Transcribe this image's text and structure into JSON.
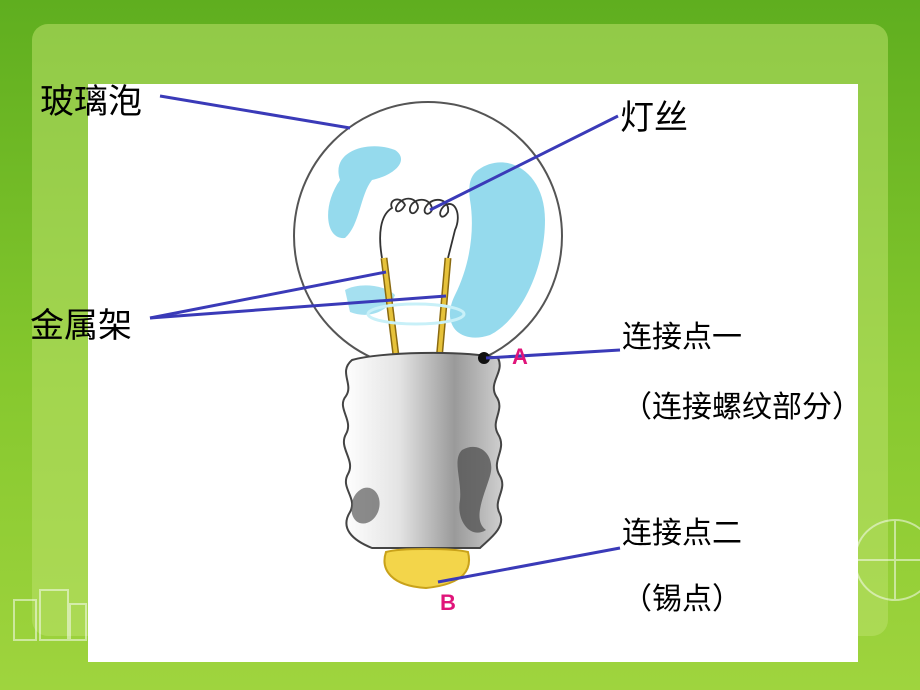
{
  "labels": {
    "glass_bulb": "玻璃泡",
    "filament": "灯丝",
    "metal_frame": "金属架",
    "contact_one": "连接点一",
    "contact_one_note": "（连接螺纹部分）",
    "contact_two": "连接点二",
    "contact_two_note": "（锡点）"
  },
  "points": {
    "a": "A",
    "b": "B"
  },
  "colors": {
    "background_green": "#7cc52a",
    "panel": "#ffffff",
    "leader_line": "#3a3ab8",
    "glass_blue": "#8fd8ec",
    "wire_gold": "#e6c23a",
    "solder": "#f3d54a",
    "point_label": "#e0147a"
  }
}
